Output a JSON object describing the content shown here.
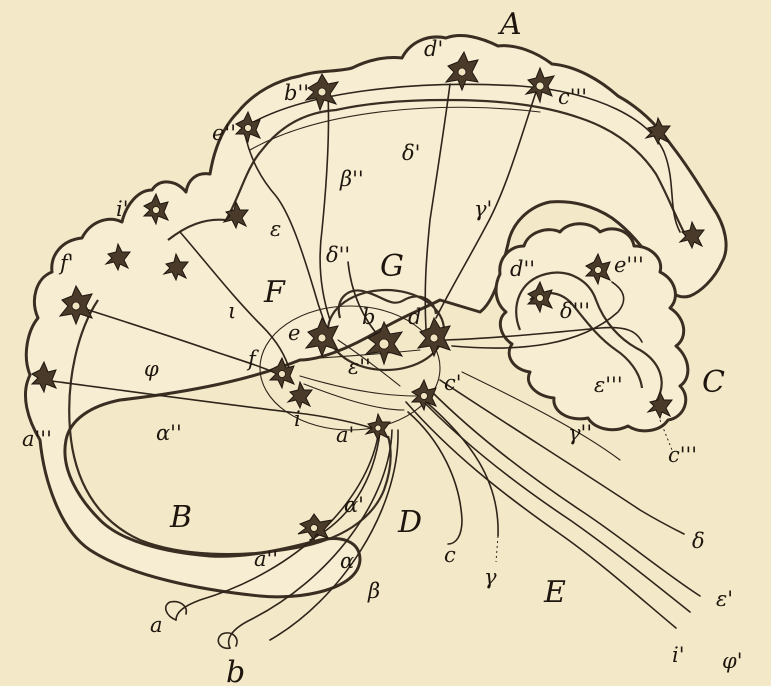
{
  "region_labels": {
    "A": "A",
    "B": "B",
    "C": "C",
    "D": "D",
    "E": "E",
    "F": "F",
    "G": "G"
  },
  "cell_labels": {
    "d_prime": "d'",
    "c_triple": "c'''",
    "b_double": "b''",
    "e_double": "e''",
    "i_prime": "i'",
    "f_prime": "f'",
    "a_triple": "a'''",
    "d_double": "d''",
    "e_triple": "e'''",
    "e": "e",
    "b": "b",
    "d": "d",
    "f": "f",
    "i": "i",
    "c_prime": "c'",
    "a_prime": "a'",
    "a_double": "a''",
    "c_triple_lower": "c'''"
  },
  "fiber_labels": {
    "beta_double": "β''",
    "delta_prime": "δ'",
    "gamma_prime": "γ'",
    "epsilon": "ε",
    "delta_double": "δ''",
    "iota": "ι",
    "phi": "φ",
    "epsilon_double": "ε''",
    "delta_triple": "δ'''",
    "epsilon_triple": "ε'''",
    "alpha_double": "α''",
    "alpha_prime": "α'",
    "alpha": "α",
    "beta": "β",
    "gamma": "γ",
    "gamma_double": "γ''",
    "delta": "δ",
    "epsilon_prime": "ε'",
    "iota_prime": "i'",
    "phi_prime": "φ'"
  },
  "end_labels": {
    "a": "a",
    "b": "b",
    "c": "c"
  },
  "colors": {
    "paper": "#f3e9c9",
    "ink": "#2e241a"
  }
}
